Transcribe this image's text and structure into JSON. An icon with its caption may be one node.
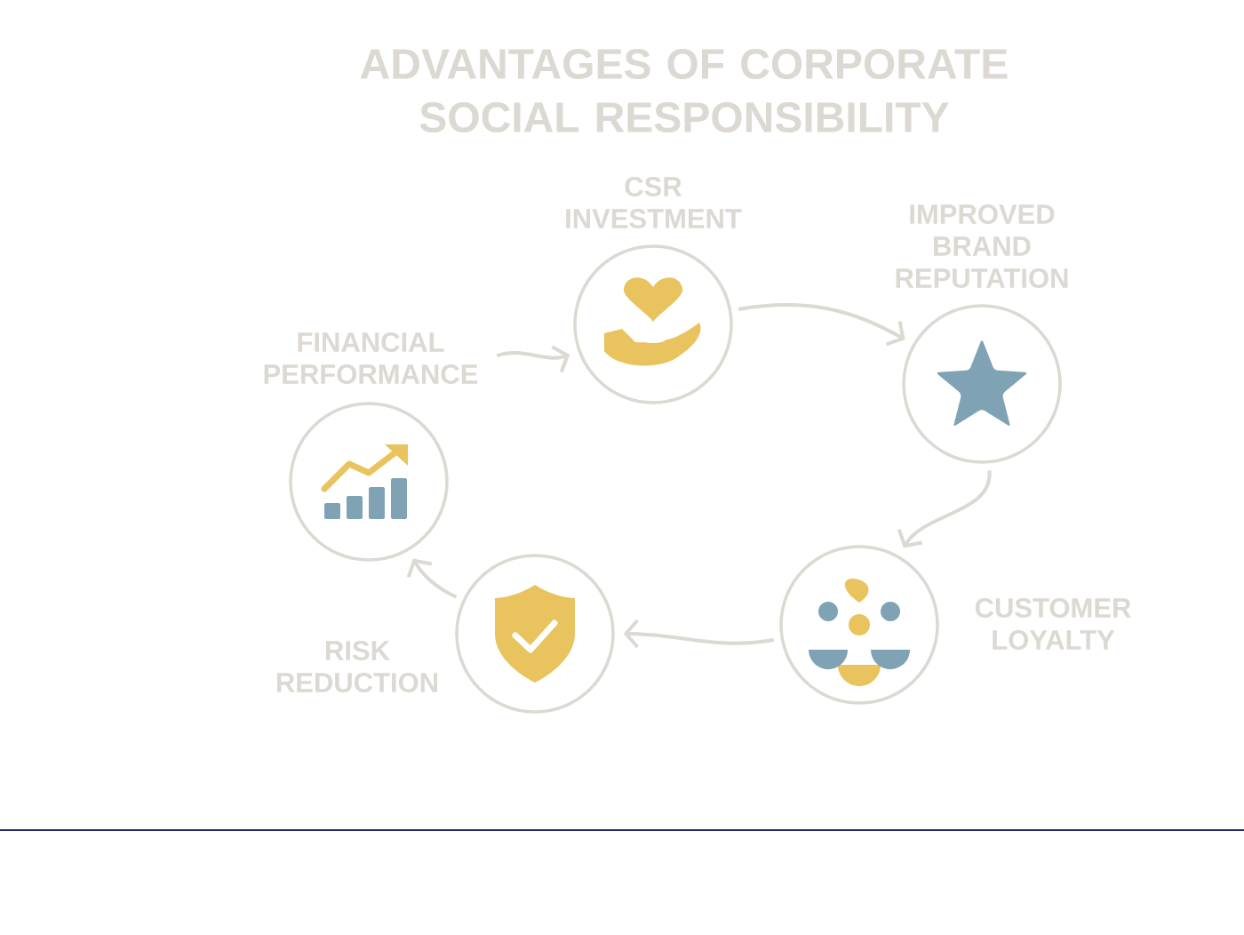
{
  "diagram": {
    "title": "ADVANTAGES OF CORPORATE SOCIAL RESPONSIBILITY",
    "nodes": [
      {
        "text": [
          "CSR INVESTMENT"
        ]
      },
      {
        "text": [
          "IMPROVED BRAND REPUTATION"
        ]
      },
      {
        "text": [
          "CUSTOMER LOYALTY"
        ]
      },
      {
        "text": [
          "RISK REDUCTION"
        ]
      },
      {
        "text": [
          "FINANCIAL PERFORMANCE"
        ]
      }
    ],
    "edges": [
      {
        "from": 0,
        "to": 1,
        "arrow": "to"
      },
      {
        "from": 1,
        "to": 2,
        "arrow": "to"
      },
      {
        "from": 2,
        "to": 3,
        "arrow": "to"
      },
      {
        "from": 3,
        "to": 4,
        "arrow": "to"
      },
      {
        "from": 4,
        "to": 0,
        "arrow": "to"
      }
    ]
  }
}
